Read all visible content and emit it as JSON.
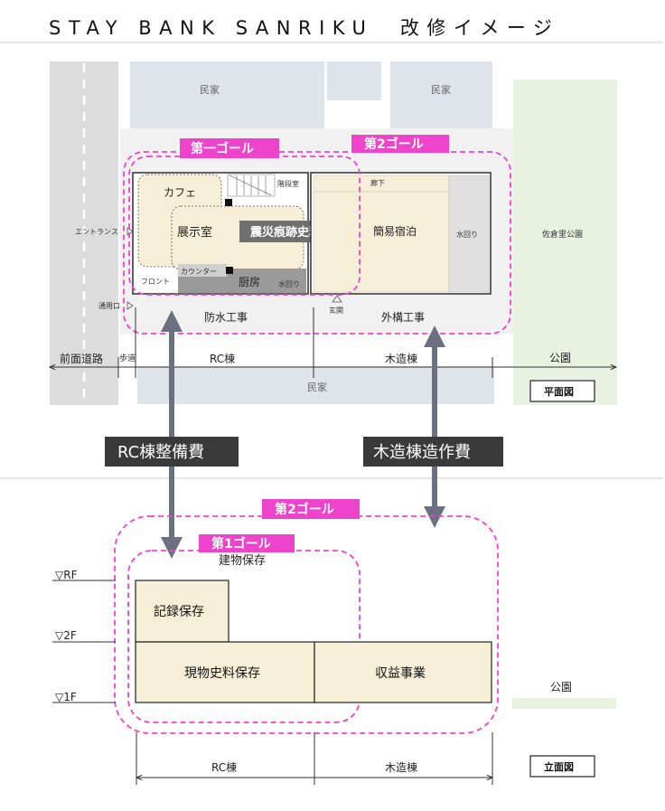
{
  "title": "STAY BANK SANRIKU　改修イメージ",
  "colors": {
    "goal_pink": "#ee44cc",
    "building_gray": "#dfe3ea",
    "park_green": "#e9f2e1",
    "room_cream": "#f7eed8",
    "cost_box": "#3a3a3a",
    "arrow_gray": "#6b7180"
  },
  "plan": {
    "neighbor_left": "民家",
    "neighbor_right": "民家",
    "neighbor_bottom": "民家",
    "goal1": "第一ゴール",
    "goal2": "第2ゴール",
    "cafe": "カフェ",
    "stairs": "階段室",
    "exhibition": "展示室",
    "memorial": "震災痕跡史料館",
    "counter": "カウンター",
    "front": "フロント",
    "kitchen": "厨房",
    "water_rc": "水回り",
    "corridor": "廊下",
    "lodging": "簡易宿泊",
    "water_wood": "水回り",
    "entrance": "エントランス",
    "side_entrance": "通用口",
    "genkan": "玄関",
    "park": "佐倉里公園",
    "waterproof": "防水工事",
    "exterior": "外構工事",
    "road": "前面道路",
    "sidewalk": "歩道",
    "rc": "RC棟",
    "wood": "木造棟",
    "park_label": "公園",
    "view_label": "平面図"
  },
  "costs": {
    "rc": "RC棟整備費",
    "wood": "木造棟造作費"
  },
  "elevation": {
    "goal2": "第2ゴール",
    "goal1": "第1ゴール",
    "preservation": "建物保存",
    "records": "記録保存",
    "artifacts": "現物史料保存",
    "revenue": "収益事業",
    "level_rf": "▽RF",
    "level_2f": "▽2F",
    "level_1f": "▽1F",
    "park_label": "公園",
    "rc": "RC棟",
    "wood": "木造棟",
    "view_label": "立面図"
  }
}
